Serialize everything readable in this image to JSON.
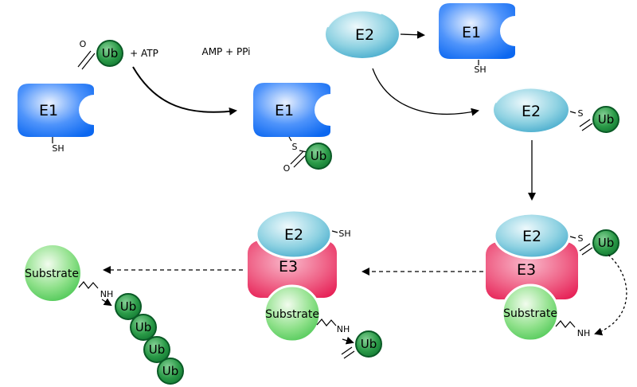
{
  "labels": {
    "e1": "E1",
    "e2": "E2",
    "e3": "E3",
    "ub": "Ub",
    "substrate": "Substrate",
    "plus_atp": "+ ATP",
    "amp_ppi": "AMP + PPi",
    "thiol_sh": "SH",
    "thioester_s": "S",
    "amine_nh": "NH",
    "carbonyl_o": "O"
  },
  "colors": {
    "background": "#ffffff",
    "e1_blue": "#0b67f0",
    "e2_teal": "#37a3c8",
    "e3_crimson": "#e5164e",
    "ub_green": "#0b6e2c",
    "substrate_green": "#3fc24a",
    "line_black": "#000000"
  },
  "gradients": {
    "e1": [
      "#e9f1fe",
      "#4f94fb",
      "#0b67f0"
    ],
    "e2": [
      "#eef9fc",
      "#8fd2e2",
      "#37a3c8"
    ],
    "e3": [
      "#f9b8ca",
      "#ef6287",
      "#e5164e"
    ],
    "substrate": [
      "#f2fcee",
      "#90e18b",
      "#3fc24a"
    ],
    "ub": [
      "#86d096",
      "#2a9a47",
      "#0c6f2d"
    ]
  }
}
